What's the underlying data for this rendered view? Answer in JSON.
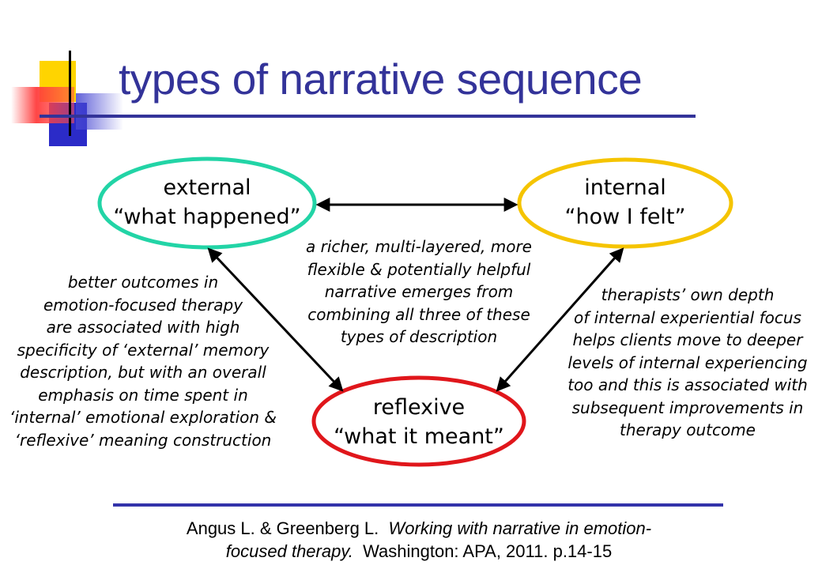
{
  "slide": {
    "title": "types of narrative sequence",
    "colors": {
      "title": "#333399",
      "rule": "#333399",
      "external_ring": "#22d4a6",
      "internal_ring": "#f5c400",
      "reflexive_ring": "#e0161b",
      "arrow": "#000000"
    }
  },
  "nodes": {
    "external": {
      "line1": "external",
      "line2": "“what happened”"
    },
    "internal": {
      "line1": "internal",
      "line2": "“how I felt”"
    },
    "reflexive": {
      "line1": "reflexive",
      "line2": "“what it meant”"
    }
  },
  "notes": {
    "center": [
      "a richer, multi-layered, more",
      "flexible & potentially helpful",
      "narrative emerges from",
      "combining all three of these",
      "types of description"
    ],
    "left": [
      "better outcomes in",
      "emotion-focused therapy",
      "are associated with high",
      "specificity of ‘external’ memory",
      "description, but with an overall",
      "emphasis on time spent in",
      "‘internal’ emotional exploration &",
      "‘reflexive’ meaning construction"
    ],
    "right": [
      "therapists’ own depth",
      "of internal experiential focus",
      "helps clients move to deeper",
      "levels of internal experiencing",
      "too and this is associated with",
      "subsequent improvements in",
      "therapy outcome"
    ]
  },
  "citation": {
    "authors": "Angus L. & Greenberg L.",
    "title_part1": "Working with narrative in emotion-",
    "title_part2": "focused therapy.",
    "publisher": "Washington: APA, 2011. p.14-15"
  }
}
